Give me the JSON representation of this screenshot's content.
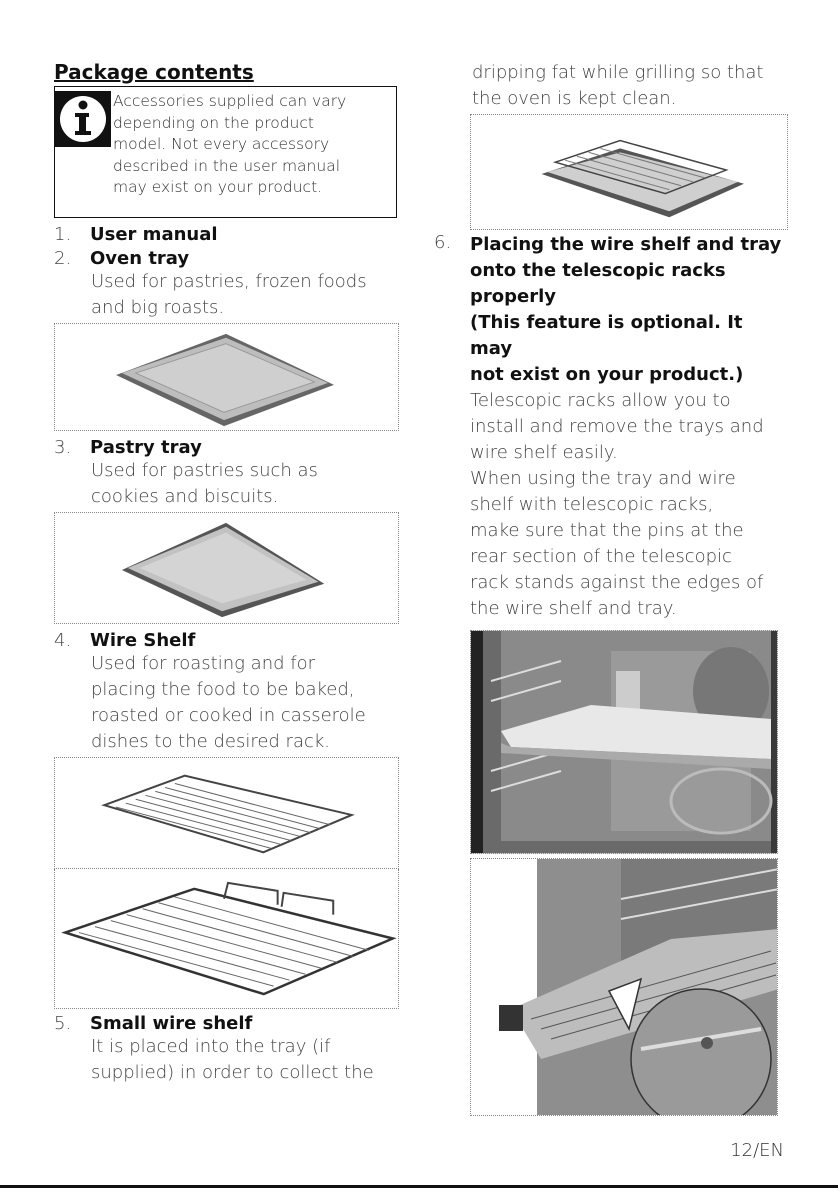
{
  "heading": "Package contents",
  "info": {
    "lines": [
      "Accessories supplied can vary",
      "depending on the product",
      "model. Not every accessory",
      "described in the user manual",
      "may exist on your product."
    ]
  },
  "items": [
    {
      "num": "1.",
      "title": "User manual",
      "desc": []
    },
    {
      "num": "2.",
      "title": "Oven tray",
      "desc": [
        "Used for pastries, frozen foods",
        "and big roasts."
      ]
    },
    {
      "num": "3.",
      "title": "Pastry tray",
      "desc": [
        "Used for pastries such as",
        "cookies and biscuits."
      ]
    },
    {
      "num": "4.",
      "title": "Wire Shelf",
      "desc": [
        "Used for roasting and for",
        "placing the food to be baked,",
        "roasted or cooked in casserole",
        "dishes to the desired rack."
      ]
    },
    {
      "num": "5.",
      "title": "Small wire shelf",
      "desc": [
        "It is placed into the tray (if",
        "supplied) in order to collect the"
      ]
    }
  ],
  "right": {
    "continuation": [
      "dripping fat while grilling so that",
      "the oven is kept clean."
    ],
    "item6": {
      "num": "6.",
      "title_lines": [
        "Placing the wire shelf and tray",
        "onto the telescopic racks",
        "properly",
        "(This feature is optional. It may",
        "not exist on your product.)"
      ],
      "desc": [
        "Telescopic racks allow you to",
        "install and remove the trays and",
        "wire shelf easily.",
        "When using the tray and wire",
        "shelf with telescopic racks,",
        "make sure that the pins at the",
        "rear section of the telescopic",
        "rack stands against the edges of",
        "the wire shelf and tray."
      ]
    }
  },
  "page_number": "12/EN"
}
